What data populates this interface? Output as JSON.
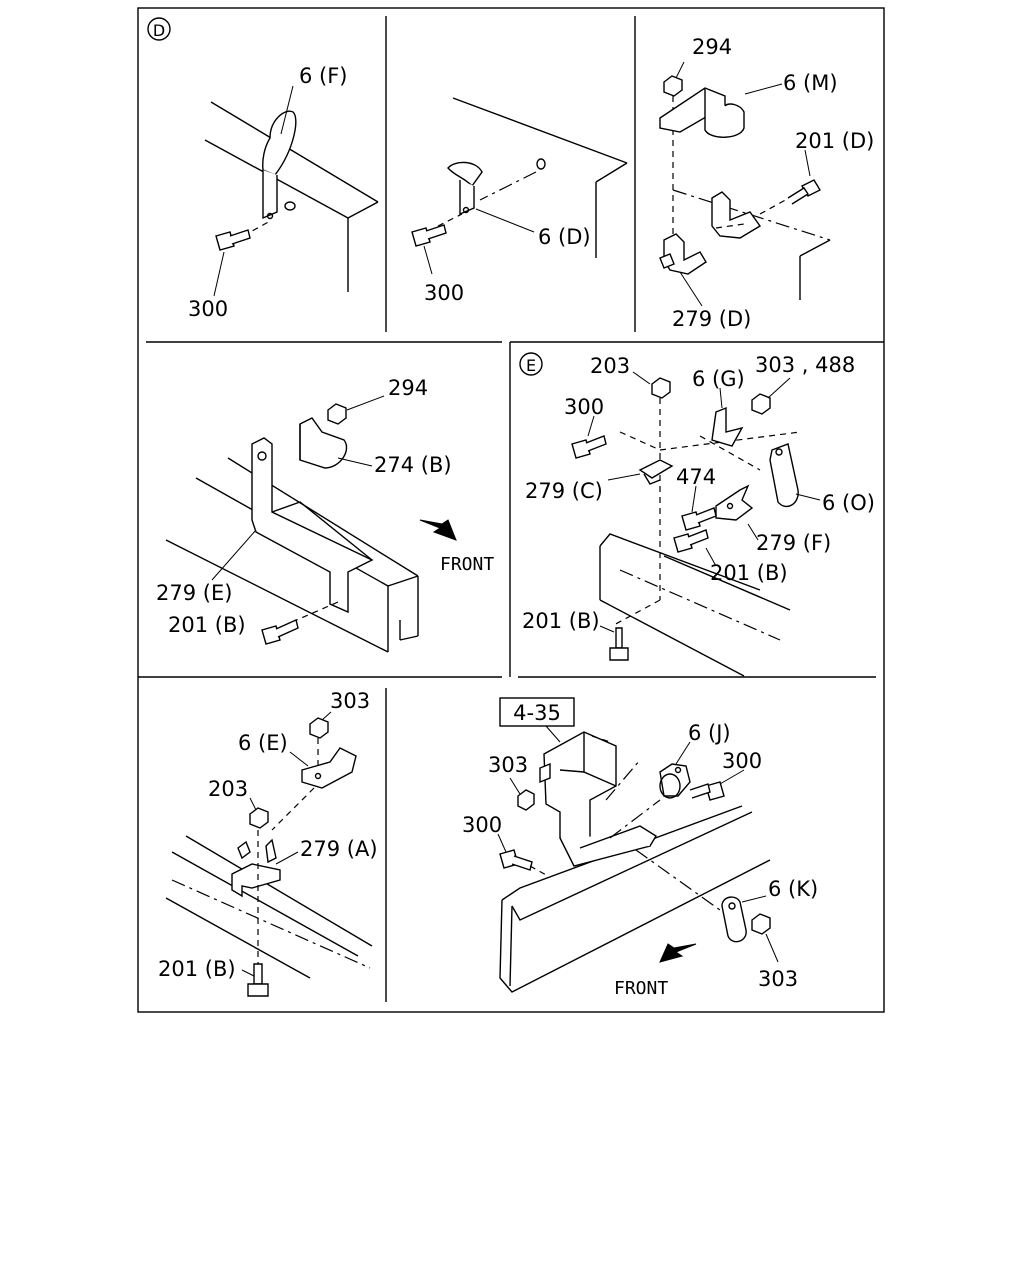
{
  "panel_markers": {
    "d": "D",
    "e": "E"
  },
  "labels": {
    "d1_6f": "6 (F)",
    "d1_300": "300",
    "d2_6d": "6 (D)",
    "d2_300": "300",
    "d3_294": "294",
    "d3_6m": "6 (M)",
    "d3_201d": "201 (D)",
    "d3_279d": "279 (D)",
    "p4_294": "294",
    "p4_274b": "274 (B)",
    "p4_front": "FRONT",
    "p4_279e": "279 (E)",
    "p4_201b": "201 (B)",
    "e_203": "203",
    "e_6g": "6 (G)",
    "e_303_488": "303 , 488",
    "e_300": "300",
    "e_279c": "279 (C)",
    "e_474": "474",
    "e_6o": "6 (O)",
    "e_279f": "279 (F)",
    "e_201b_a": "201 (B)",
    "e_201b_b": "201 (B)",
    "p6_303": "303",
    "p6_6e": "6 (E)",
    "p6_203": "203",
    "p6_279a": "279 (A)",
    "p6_201b": "201 (B)",
    "p7_ref": "4-35",
    "p7_6j": "6 (J)",
    "p7_300_a": "300",
    "p7_303_a": "303",
    "p7_300_b": "300",
    "p7_6k": "6 (K)",
    "p7_front": "FRONT",
    "p7_303_b": "303"
  }
}
